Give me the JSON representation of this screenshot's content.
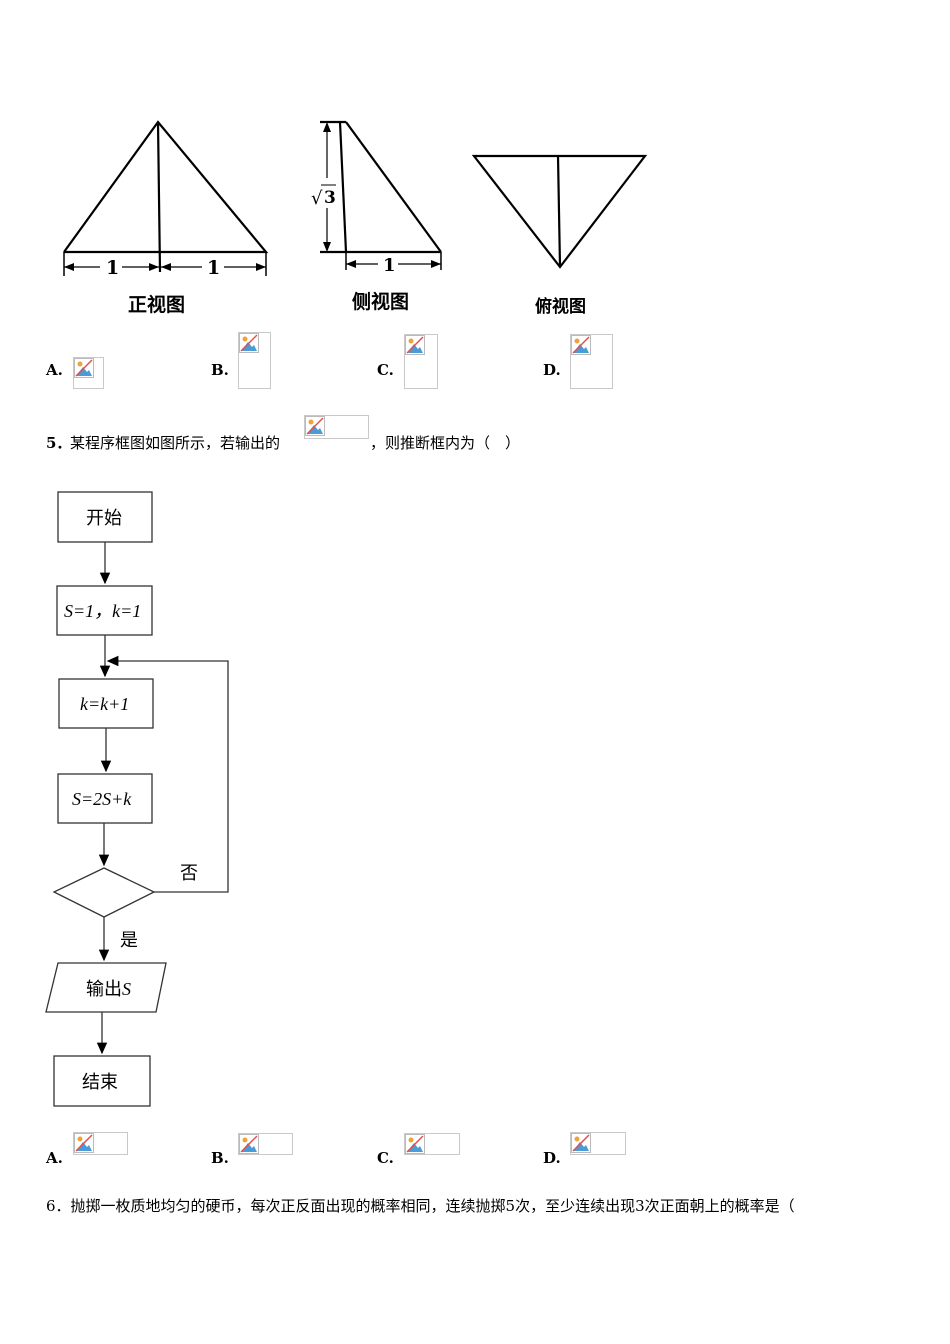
{
  "three_views": {
    "front_label": "正视图",
    "side_label": "侧视图",
    "top_label": "俯视图",
    "dim_one_a": "1",
    "dim_one_b": "1",
    "dim_one_side": "1",
    "dim_root_sym": "√",
    "dim_root_val": "3"
  },
  "q4_options": [
    "A.",
    "B.",
    "C.",
    "D."
  ],
  "q5": {
    "number": "5．",
    "text_before": "某程序框图如图所示，若输出的",
    "text_after": "，则推断框内为（　）"
  },
  "flowchart": {
    "start": "开始",
    "init": "S=1，k=1",
    "step1": "k=k+1",
    "step2": "S=2S+k",
    "no_label": "否",
    "yes_label": "是",
    "output_prefix": "输出",
    "output_var": "S",
    "end": "结束"
  },
  "q5_options": [
    "A.",
    "B.",
    "C.",
    "D."
  ],
  "q6": {
    "text": "6．抛掷一枚质地均匀的硬币，每次正反面出现的概率相同，连续抛掷5次，至少连续出现3次正面朝上的概率是（"
  },
  "icons": {
    "broken_image": "broken-image-icon"
  }
}
